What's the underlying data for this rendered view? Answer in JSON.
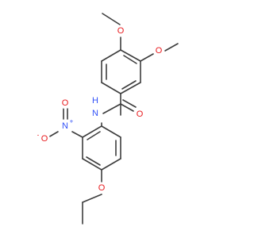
{
  "molecule": {
    "atom_labels": {
      "methoxy_o_top": "O",
      "methoxy_o_right": "O",
      "carbonyl_o": "O",
      "amide_nh": "H",
      "amide_n": "N",
      "nitro_n": "N",
      "nitro_n_charge": "+",
      "nitro_o_top": "O",
      "nitro_o_left": "O",
      "nitro_o_charge": "-",
      "ethoxy_o": "O"
    },
    "colors": {
      "bond": "#3d3d3d",
      "oxygen": "#e8191c",
      "nitrogen": "#3050f8",
      "background": "#ffffff"
    }
  }
}
